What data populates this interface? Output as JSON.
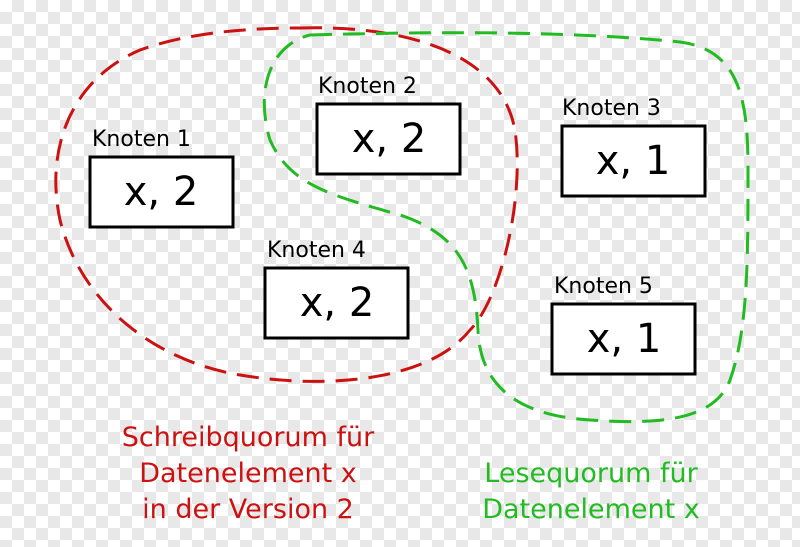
{
  "nodes": [
    {
      "label": "Knoten 1",
      "value": "x, 2"
    },
    {
      "label": "Knoten 2",
      "value": "x, 2"
    },
    {
      "label": "Knoten 3",
      "value": "x, 1"
    },
    {
      "label": "Knoten 4",
      "value": "x, 2"
    },
    {
      "label": "Knoten 5",
      "value": "x, 1"
    }
  ],
  "write_quorum": {
    "lines": [
      "Schreibquorum für",
      "Datenelement x",
      "in der Version 2"
    ],
    "color": "#cc1111"
  },
  "read_quorum": {
    "lines": [
      "Lesequorum für",
      "Datenelement x"
    ],
    "color": "#22bb22"
  }
}
